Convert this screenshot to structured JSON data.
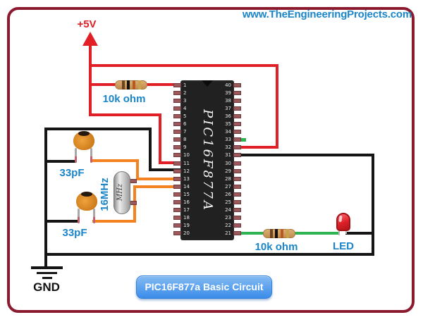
{
  "header": {
    "website": "www.TheEngineeringProjects.com"
  },
  "caption": {
    "button_label": "PIC16F877a Basic Circuit"
  },
  "labels": {
    "power": "+5V",
    "ground": "GND",
    "resistor_top": "10k ohm",
    "resistor_bottom": "10k ohm",
    "cap_top": "33pF",
    "cap_bottom": "33pF",
    "crystal": "16MHz",
    "crystal_body": "MHz",
    "led": "LED"
  },
  "chip": {
    "label": "PIC16F877A",
    "left_pins": [
      1,
      2,
      3,
      4,
      5,
      6,
      7,
      8,
      9,
      10,
      11,
      12,
      13,
      14,
      15,
      16,
      17,
      18,
      19,
      20
    ],
    "right_pins": [
      40,
      39,
      38,
      37,
      36,
      35,
      34,
      33,
      32,
      31,
      30,
      29,
      28,
      27,
      26,
      25,
      24,
      23,
      22,
      21
    ],
    "green_stub_pin": 33
  },
  "colors": {
    "wire_red": "#e01f26",
    "wire_black": "#151515",
    "wire_orange": "#f58220",
    "wire_green": "#2eb353",
    "frame": "#8c1a2e",
    "label_blue": "#1a85c8",
    "chip_body": "#212121",
    "pin_stub": "#9c595c",
    "button_top": "#84bbf3",
    "button_bottom": "#3a8ce9"
  }
}
